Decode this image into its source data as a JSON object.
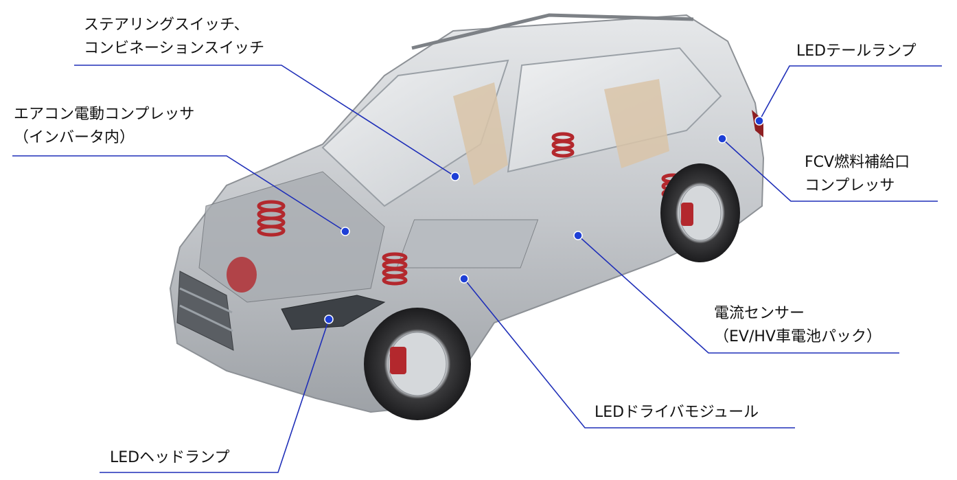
{
  "colors": {
    "leader_line": "#1f2fb8",
    "marker_dot": "#1e3fd6",
    "body_silver": "#c9ccd0",
    "brake_red": "#b3282d",
    "interior_tan": "#d9c4a8"
  },
  "callouts": {
    "steering_switch": {
      "line1": "ステアリングスイッチ、",
      "line2": "コンビネーションスイッチ"
    },
    "ac_compressor": {
      "line1": "エアコン電動コンプレッサ",
      "line2": "（インバータ内）"
    },
    "led_tail_lamp": {
      "line1": "LEDテールランプ"
    },
    "fcv_compressor": {
      "line1": "FCV燃料補給口",
      "line2": "コンプレッサ"
    },
    "current_sensor": {
      "line1": "電流センサー",
      "line2": "（EV/HV車電池パック）"
    },
    "led_driver_module": {
      "line1": "LEDドライバモジュール"
    },
    "led_headlamp": {
      "line1": "LEDヘッドランプ"
    }
  }
}
